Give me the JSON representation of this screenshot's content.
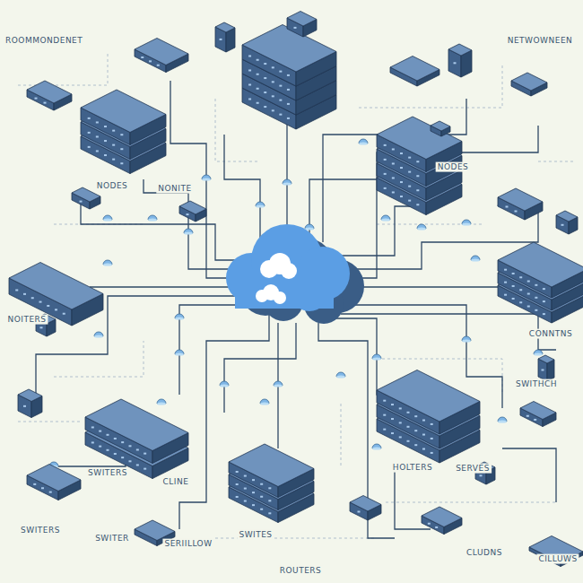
{
  "diagram": {
    "labels": [
      "ROOMMONDENET",
      "NODES",
      "NONITE",
      "NETWOWNEEN",
      "NODES",
      "NOITERS",
      "CONNTNS",
      "SWITHCH",
      "SWITERS",
      "CLINE",
      "SWITES",
      "ROUTERS",
      "HOLTERS",
      "SERVES",
      "SWITERS",
      "SWITER",
      "SERIILLOW",
      "CLUDNS",
      "CILLUWS"
    ]
  }
}
